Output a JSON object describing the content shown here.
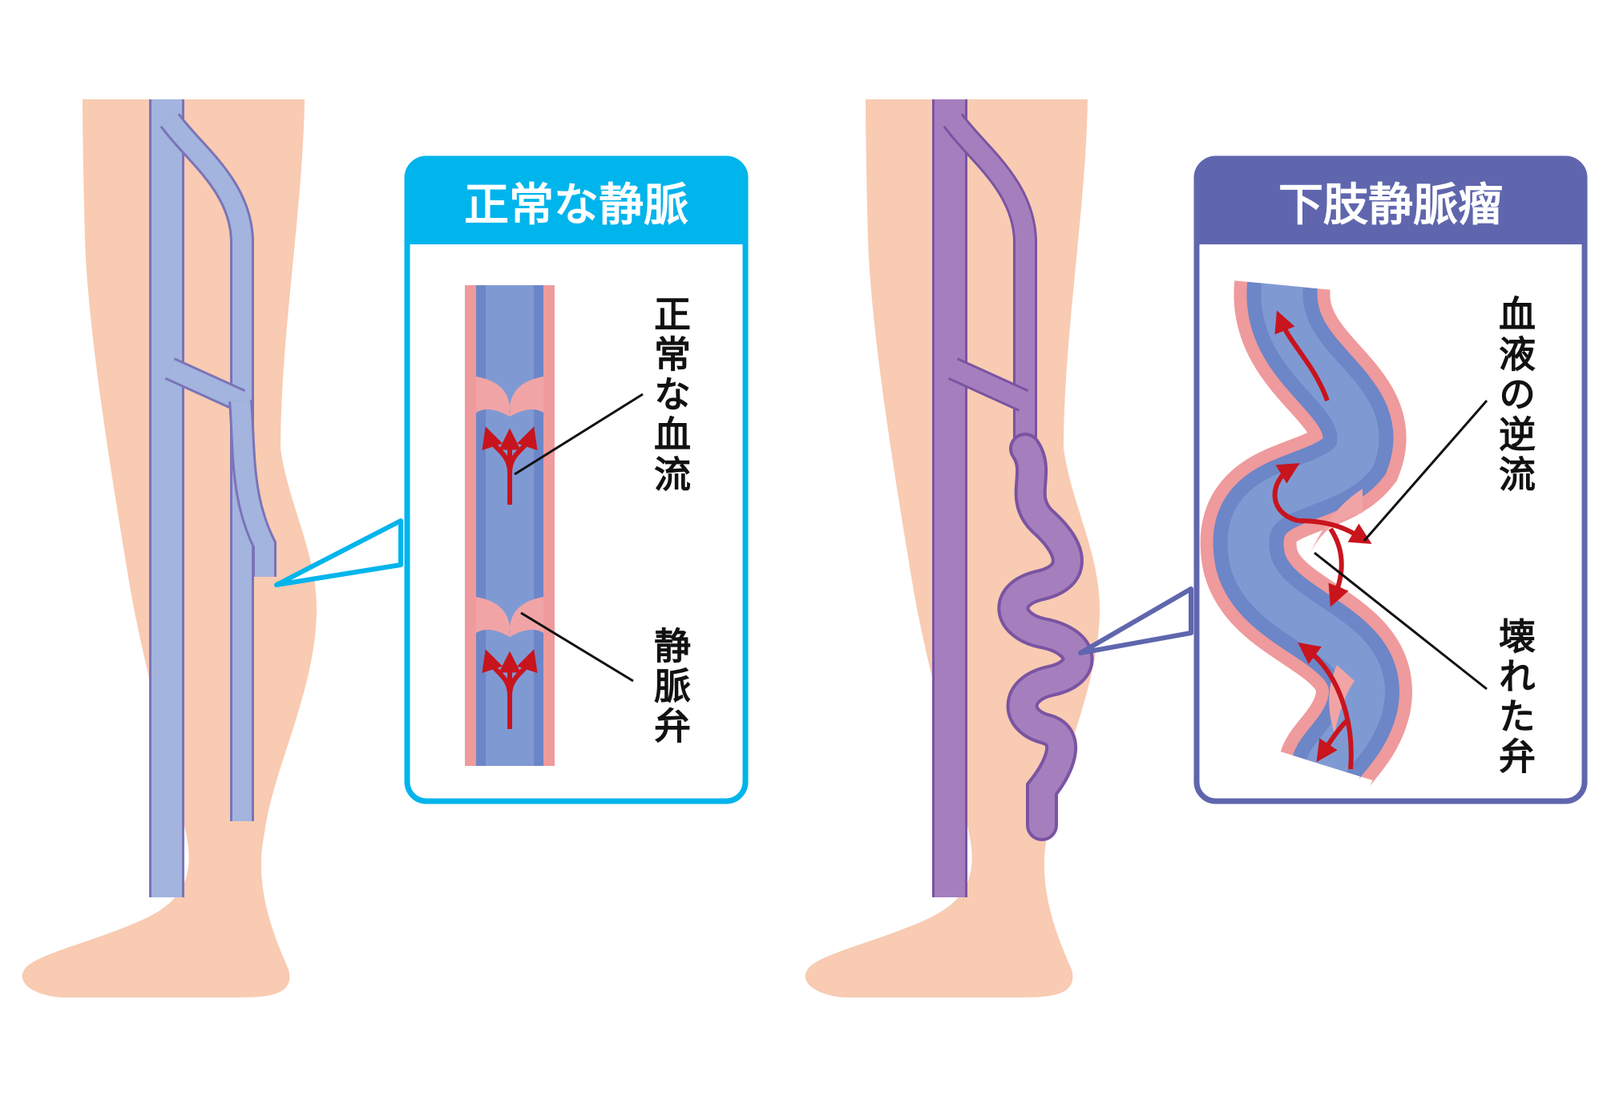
{
  "normal": {
    "title": "正常な静脈",
    "label_flow": "正常な血流",
    "label_valve": "静脈弁"
  },
  "varicose": {
    "title": "下肢静脈瘤",
    "label_reflux": "血液の逆流",
    "label_broken_valve": "壊れた弁"
  },
  "colors": {
    "skin": "#f8cbb2",
    "normal_accent": "#00b4ec",
    "varicose_accent": "#5f66ad",
    "vein_normal": "#a3b4de",
    "vein_varicose": "#a57fbd",
    "vessel_wall": "#ef9a9c",
    "vessel_blood": "#7b97cf",
    "flow_arrow": "#c8141d"
  }
}
